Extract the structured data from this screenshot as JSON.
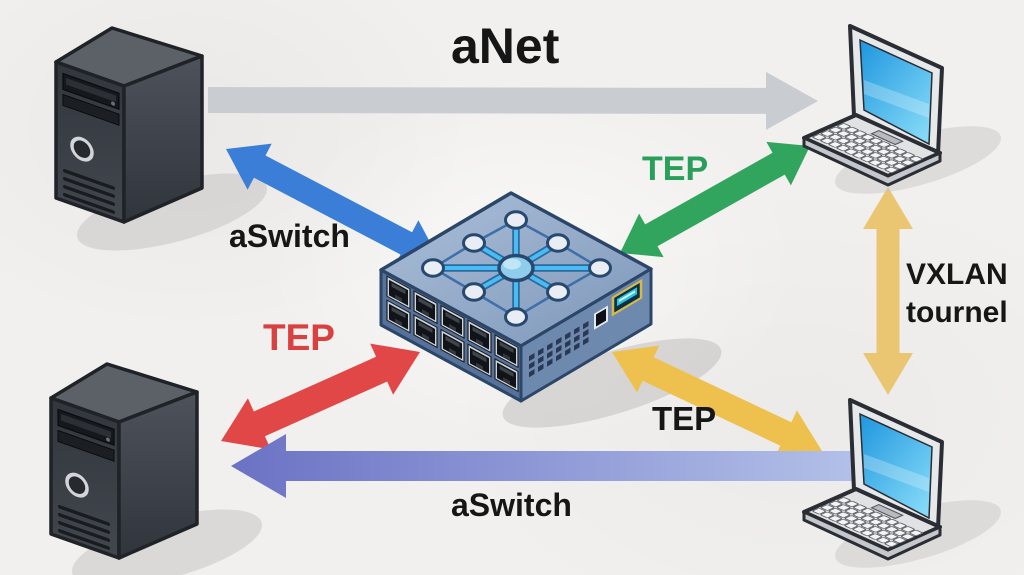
{
  "title": "aNet",
  "labels": {
    "aswitch_top": "aSwitch",
    "tep_green": "TEP",
    "tep_red": "TEP",
    "tep_yellow": "TEP",
    "vxlan_line1": "VXLAN",
    "vxlan_line2": "tournel",
    "aswitch_bottom": "aSwitch"
  },
  "devices": [
    {
      "id": "server-top-left",
      "type": "server"
    },
    {
      "id": "server-bottom-left",
      "type": "server"
    },
    {
      "id": "switch-center",
      "type": "switch"
    },
    {
      "id": "laptop-top-right",
      "type": "laptop"
    },
    {
      "id": "laptop-bottom-right",
      "type": "laptop"
    }
  ],
  "connections": [
    {
      "from": "server-top-left",
      "to": "laptop-top-right",
      "label": "",
      "color": "#c9cdd1",
      "heads": "right"
    },
    {
      "from": "server-top-left",
      "to": "switch-center",
      "label": "aSwitch",
      "color": "#3a7ed8",
      "heads": "both"
    },
    {
      "from": "switch-center",
      "to": "laptop-top-right",
      "label": "TEP",
      "color": "#31a55e",
      "heads": "both"
    },
    {
      "from": "switch-center",
      "to": "server-bottom-left",
      "label": "TEP",
      "color": "#e24747",
      "heads": "both"
    },
    {
      "from": "switch-center",
      "to": "laptop-bottom-right",
      "label": "TEP",
      "color": "#eec14f",
      "heads": "both"
    },
    {
      "from": "laptop-top-right",
      "to": "laptop-bottom-right",
      "label": "VXLAN tournel",
      "color": "#eac672",
      "heads": "both"
    },
    {
      "from": "laptop-bottom-right",
      "to": "server-bottom-left",
      "label": "aSwitch",
      "color": "#6b72c4",
      "heads": "left"
    }
  ],
  "colors": {
    "background": "#f1f0ee",
    "label_text": "#161616",
    "tep_green_text": "#28a05a",
    "tep_red_text": "#d94040",
    "arrow_gray": "#c9cdd1",
    "arrow_blue": "#3a7ed8",
    "arrow_green": "#31a55e",
    "arrow_red": "#e24747",
    "arrow_yellow": "#eec14f",
    "arrow_vxlan": "#eac672",
    "arrow_purple_start": "#6b72c4",
    "arrow_purple_end": "#b3c0e8"
  }
}
